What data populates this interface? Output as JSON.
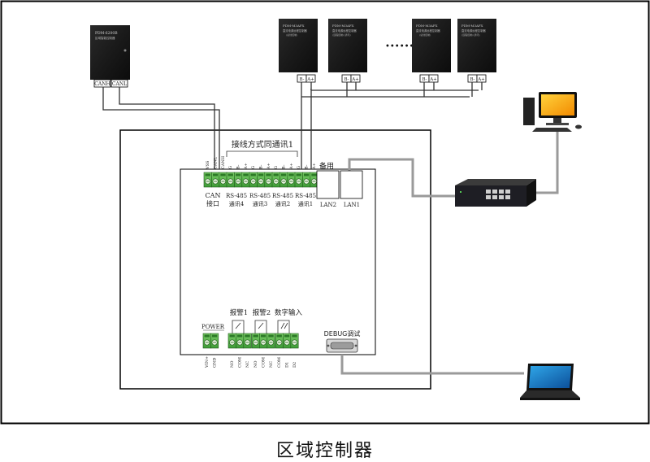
{
  "caption": "区域控制器",
  "devices": {
    "can_module": {
      "title": "PDM-6200B",
      "subtitle": "区域智能控制器",
      "ports": [
        "CANH",
        "CANL"
      ]
    },
    "rs485_modules": [
      {
        "title": "PDM-M3AFX",
        "subtitle": "直流电源远程控制器",
        "sub2": "(总线控制)",
        "ports": [
          "B-",
          "A+"
        ]
      },
      {
        "title": "PDM-M3AFX",
        "subtitle": "直流电源远程控制器",
        "sub2": "(远程控制)(通讯)",
        "ports": [
          "B-",
          "A+"
        ]
      },
      {
        "title": "PDM-M3AFX",
        "subtitle": "直流电源远程控制器",
        "sub2": "(总线控制)",
        "ports": [
          "B-",
          "A+"
        ]
      },
      {
        "title": "PDM-M3AFX",
        "subtitle": "直流电源远程控制器",
        "sub2": "(远程控制)(通讯)",
        "ports": [
          "B-",
          "A+"
        ]
      }
    ],
    "ellipsis": "•••••••"
  },
  "controller": {
    "bus_label": "接线方式同通讯1",
    "spare_label": "备用",
    "top_pins": [
      "VSS",
      "CANL",
      "CANH",
      "G",
      "B-",
      "A+",
      "G",
      "B-",
      "A+",
      "G",
      "B-",
      "A+",
      "G",
      "B-",
      "A+"
    ],
    "can_label": [
      "CAN",
      "接口"
    ],
    "rs485_labels": [
      [
        "RS-485",
        "通讯4"
      ],
      [
        "RS-485",
        "通讯3"
      ],
      [
        "RS-485",
        "通讯2"
      ],
      [
        "RS-485",
        "通讯1"
      ]
    ],
    "lan_labels": [
      "LAN2",
      "LAN1"
    ],
    "power_label": "POWER",
    "alarm_labels": [
      "报警1",
      "报警2",
      "数字输入"
    ],
    "debug_label": "DEBUG调试",
    "bottom_pins": [
      "VIN+",
      "GND",
      "NO",
      "COM",
      "NC",
      "NO",
      "COM",
      "NC",
      "COM",
      "D1",
      "D2"
    ]
  }
}
